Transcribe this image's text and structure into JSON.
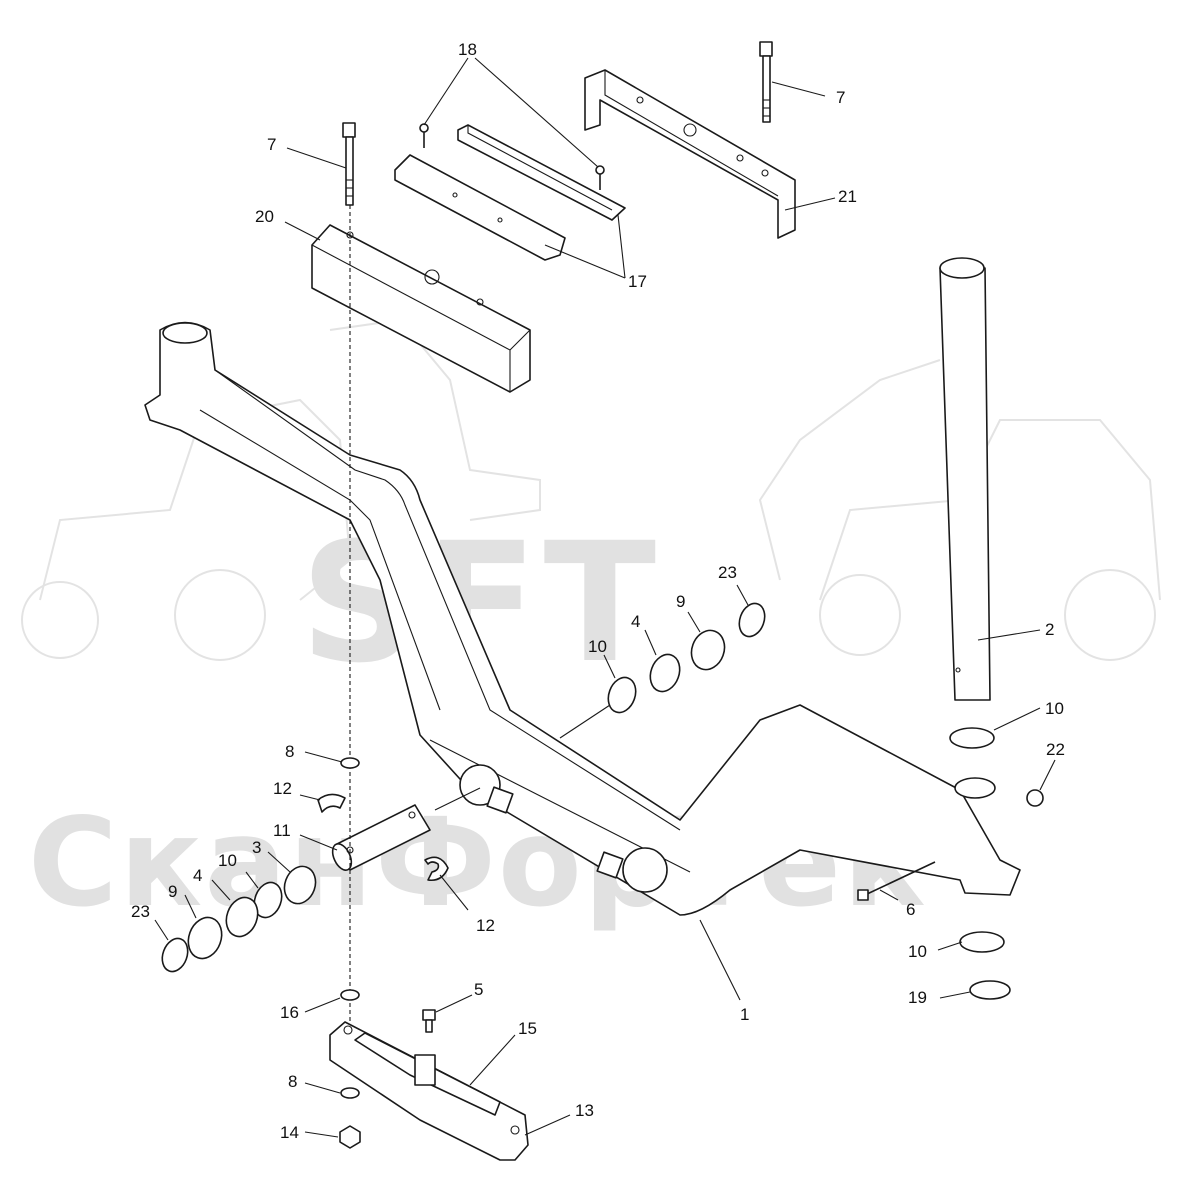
{
  "watermark": {
    "logo_text": "SFT",
    "company_text": "СканФорТек",
    "color": "#e1e1e1",
    "icons": [
      "tractor-loader-outline",
      "tractor-loader-outline"
    ]
  },
  "diagram": {
    "type": "exploded-parts-view",
    "line_color": "#1a1a1a",
    "callouts": [
      {
        "id": "c18",
        "label": "18"
      },
      {
        "id": "c7a",
        "label": "7"
      },
      {
        "id": "c7b",
        "label": "7"
      },
      {
        "id": "c21",
        "label": "21"
      },
      {
        "id": "c20",
        "label": "20"
      },
      {
        "id": "c17",
        "label": "17"
      },
      {
        "id": "c2",
        "label": "2"
      },
      {
        "id": "c23a",
        "label": "23"
      },
      {
        "id": "c9a",
        "label": "9"
      },
      {
        "id": "c4a",
        "label": "4"
      },
      {
        "id": "c10a",
        "label": "10"
      },
      {
        "id": "c10b",
        "label": "10"
      },
      {
        "id": "c22",
        "label": "22"
      },
      {
        "id": "c8a",
        "label": "8"
      },
      {
        "id": "c12a",
        "label": "12"
      },
      {
        "id": "c11",
        "label": "11"
      },
      {
        "id": "c3",
        "label": "3"
      },
      {
        "id": "c10c",
        "label": "10"
      },
      {
        "id": "c4b",
        "label": "4"
      },
      {
        "id": "c9b",
        "label": "9"
      },
      {
        "id": "c23b",
        "label": "23"
      },
      {
        "id": "c12b",
        "label": "12"
      },
      {
        "id": "c6",
        "label": "6"
      },
      {
        "id": "c10d",
        "label": "10"
      },
      {
        "id": "c1",
        "label": "1"
      },
      {
        "id": "c5",
        "label": "5"
      },
      {
        "id": "c15",
        "label": "15"
      },
      {
        "id": "c19",
        "label": "19"
      },
      {
        "id": "c16",
        "label": "16"
      },
      {
        "id": "c8b",
        "label": "8"
      },
      {
        "id": "c13",
        "label": "13"
      },
      {
        "id": "c14",
        "label": "14"
      }
    ]
  }
}
